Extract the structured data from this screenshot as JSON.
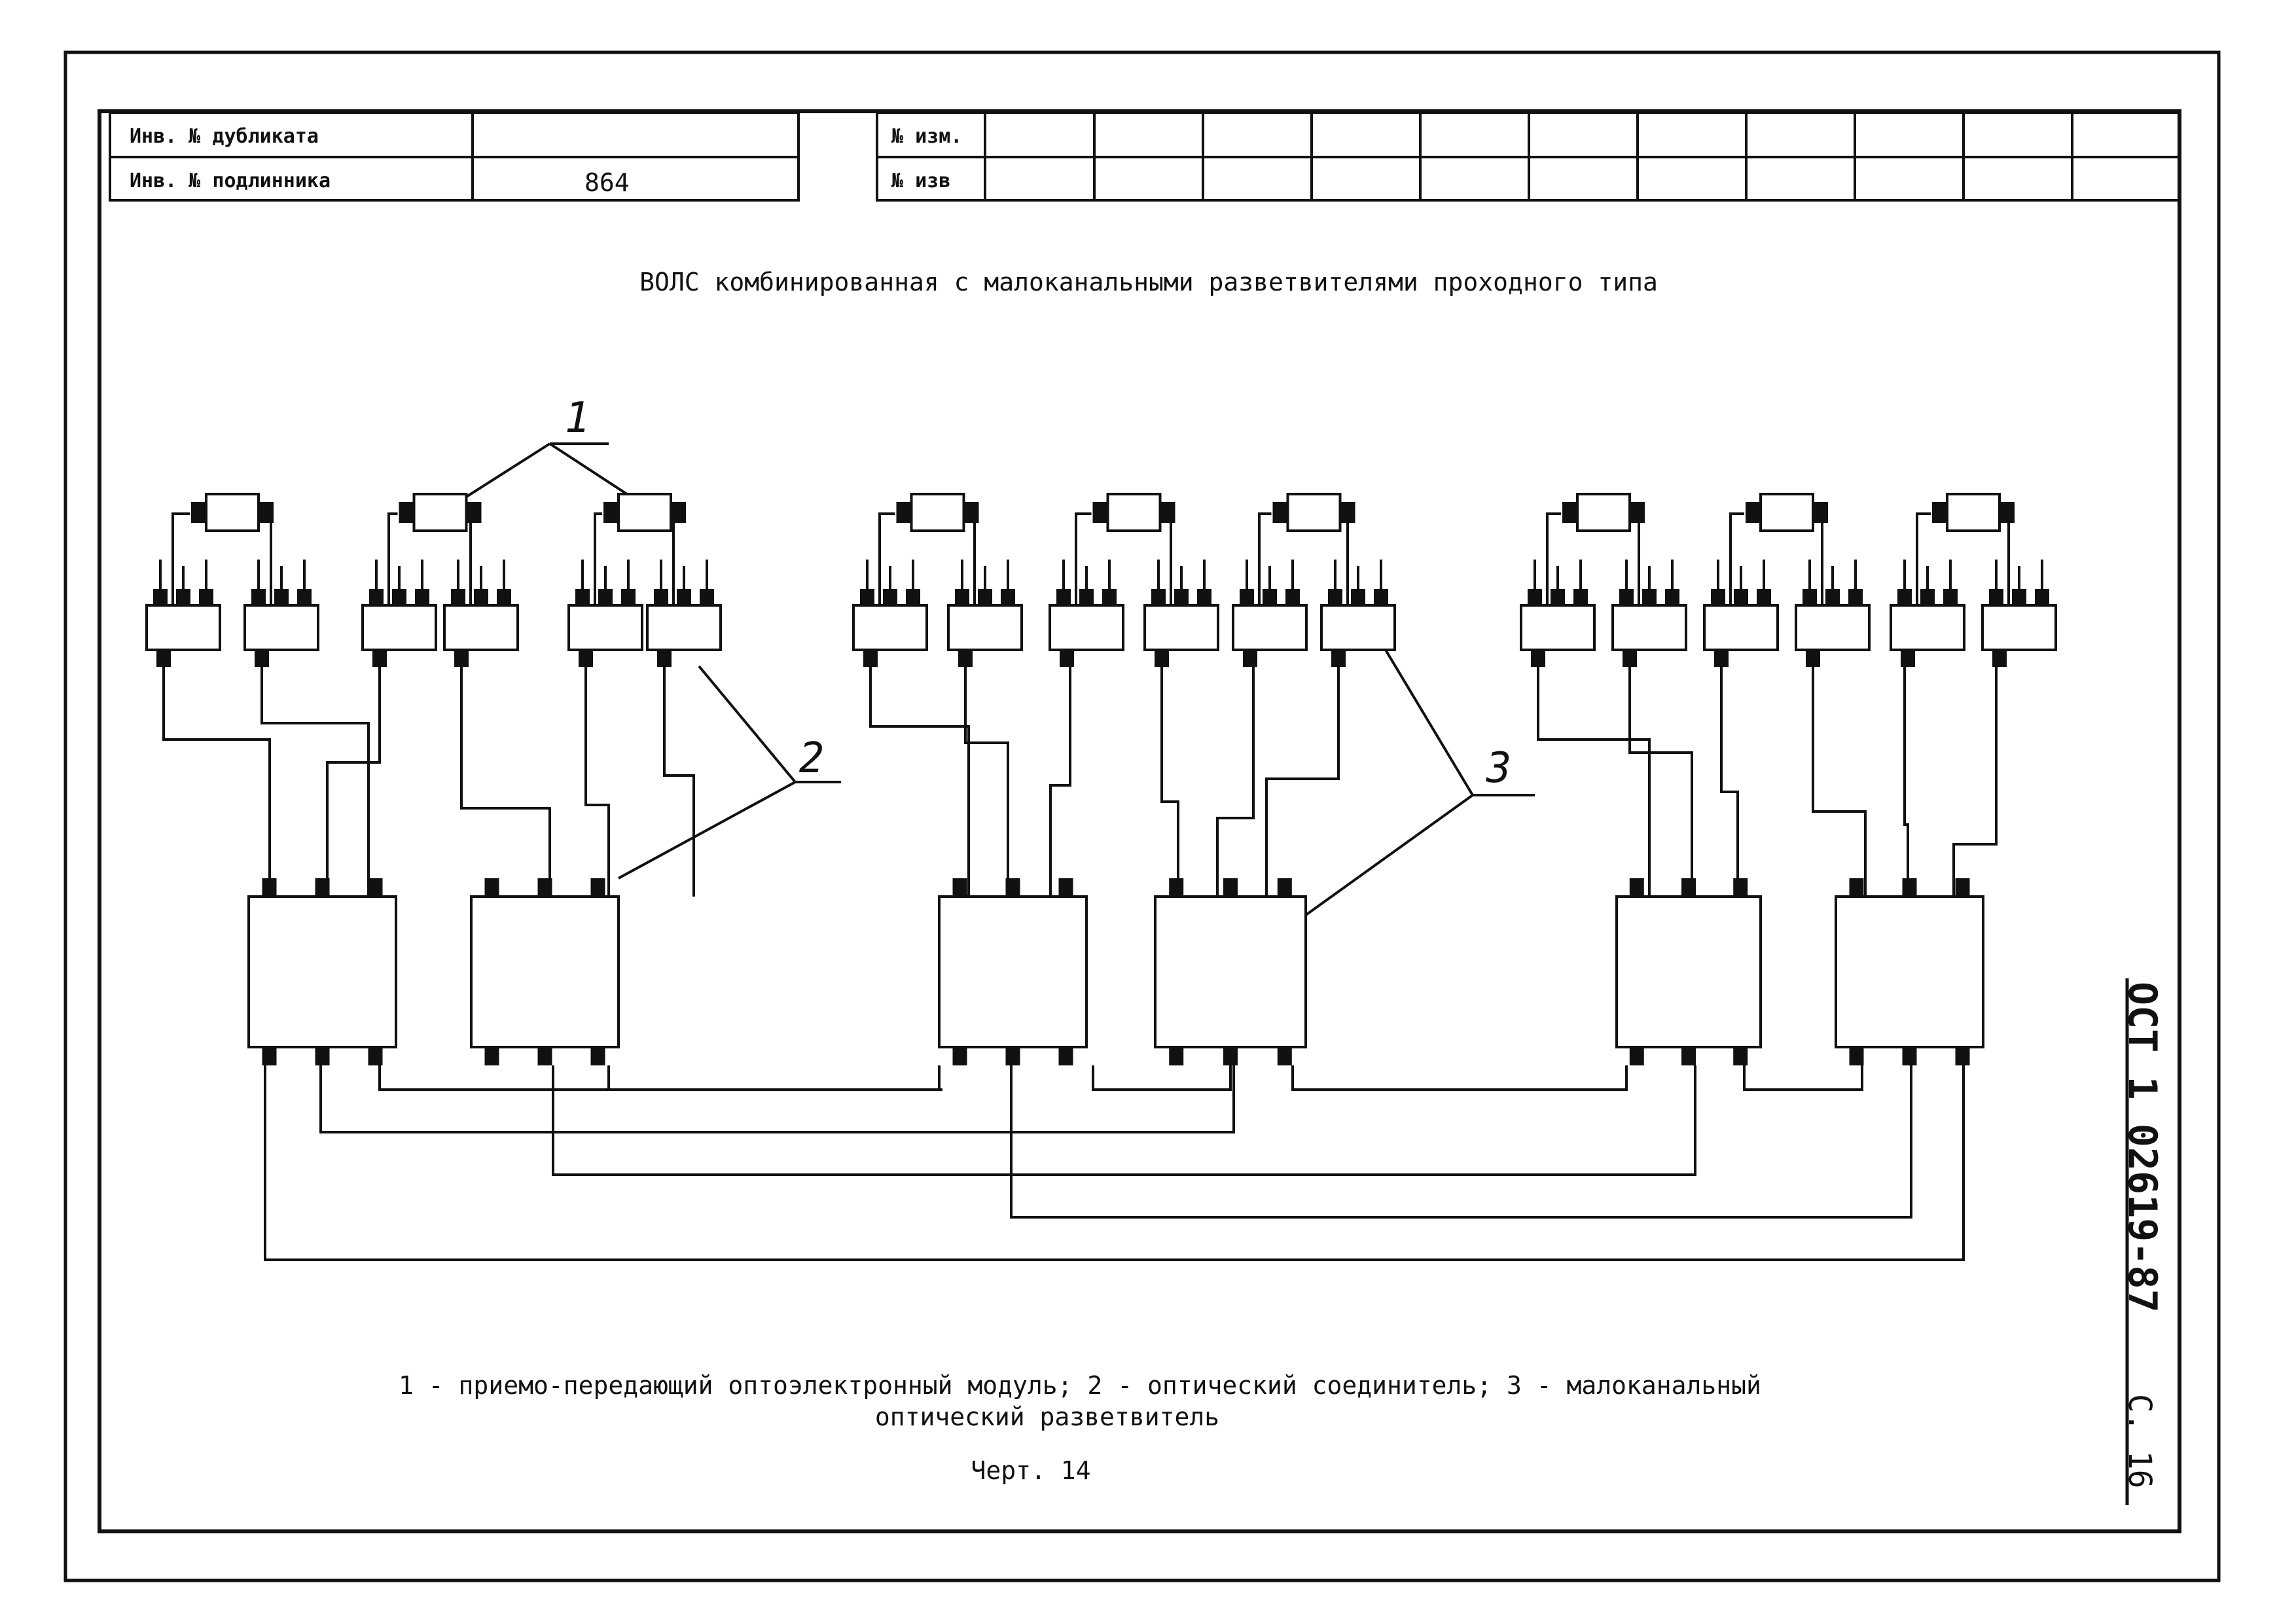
{
  "stamp": {
    "dup_label": "Инв. № дубликата",
    "dup_value": "",
    "orig_label": "Инв. № подлинника",
    "orig_value": "864",
    "change_label": "№ изм.",
    "notice_label": "№ изв"
  },
  "diagram": {
    "title": "ВОЛС комбинированная с малоканальными разветвителями проходного типа",
    "callouts": [
      "1",
      "2",
      "3"
    ]
  },
  "legend": {
    "line1": "1 - приемо-передающий оптоэлектронный модуль; 2 - оптический соединитель; 3 - малоканальный",
    "line2": "оптический разветвитель"
  },
  "drawing_label": "Черт. 14",
  "side": {
    "doc_code": "ОСТ 1 02619-87",
    "page": "С. 16"
  },
  "colors": {
    "ink": "#111111",
    "paper": "#ffffff"
  }
}
